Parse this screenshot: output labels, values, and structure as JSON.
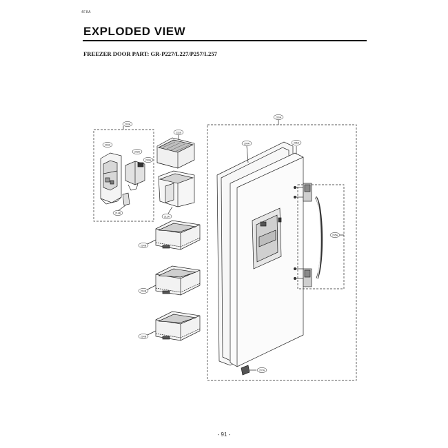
{
  "header": {
    "corner_mark": "4F8A",
    "title": "EXPLODED VIEW",
    "subtitle": "FREEZER DOOR PART: GR-P227/L227/P257/L257"
  },
  "callouts": {
    "assembly_box": "203A",
    "ice_chute_cover": "203A",
    "dispenser_door": "203A",
    "motor_part": "203A",
    "duct_lower": "212A",
    "ice_bin_top": "211B",
    "bin_lower": "214B",
    "bin_1": "214B",
    "bin_2": "214B",
    "bin_3": "214B",
    "door_assembly": "200A",
    "gasket": "204A",
    "door_outer": "206A",
    "handle": "205A",
    "hinge_lower": "207A"
  },
  "footer": {
    "page_number": "- 91 -"
  }
}
